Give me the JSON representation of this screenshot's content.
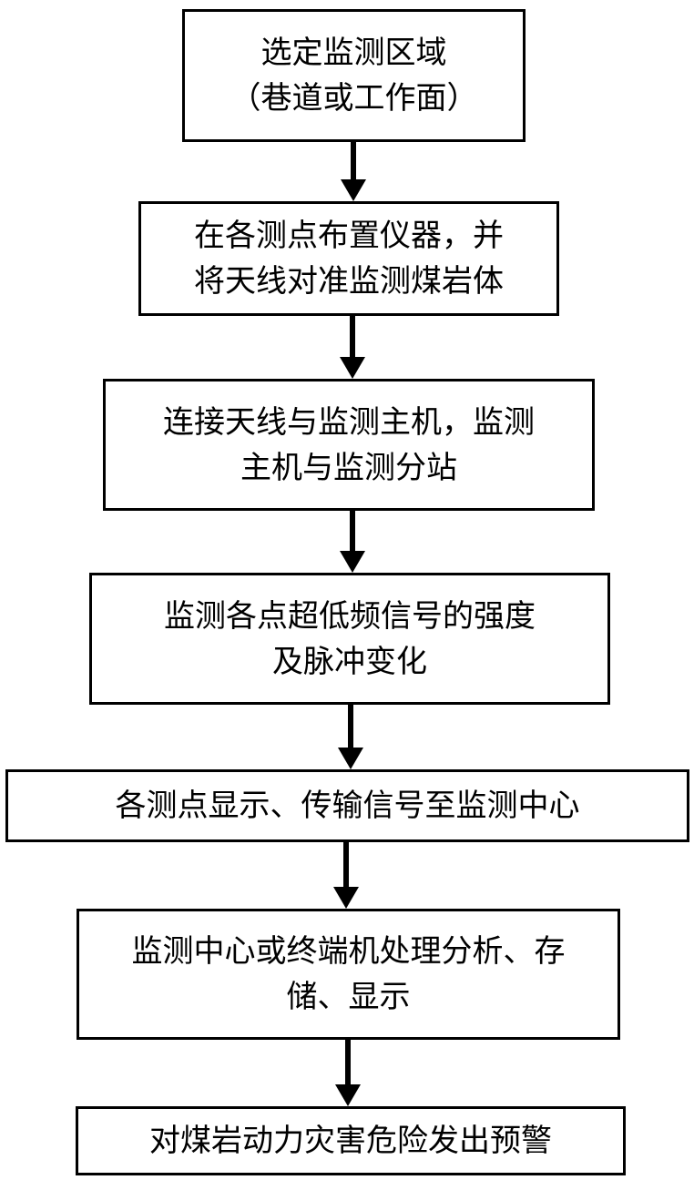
{
  "steps": [
    {
      "lines": [
        "选定监测区域",
        "（巷道或工作面）"
      ]
    },
    {
      "lines": [
        "在各测点布置仪器，并",
        "将天线对准监测煤岩体"
      ]
    },
    {
      "lines": [
        "连接天线与监测主机，监测",
        "主机与监测分站"
      ]
    },
    {
      "lines": [
        "监测各点超低频信号的强度",
        "及脉冲变化"
      ]
    },
    {
      "lines": [
        "各测点显示、传输信号至监测中心"
      ]
    },
    {
      "lines": [
        "监测中心或终端机处理分析、存",
        "储、显示"
      ]
    },
    {
      "lines": [
        "对煤岩动力灾害危险发出预警"
      ]
    }
  ],
  "colors": {
    "stroke": "#000000",
    "background": "#ffffff"
  }
}
